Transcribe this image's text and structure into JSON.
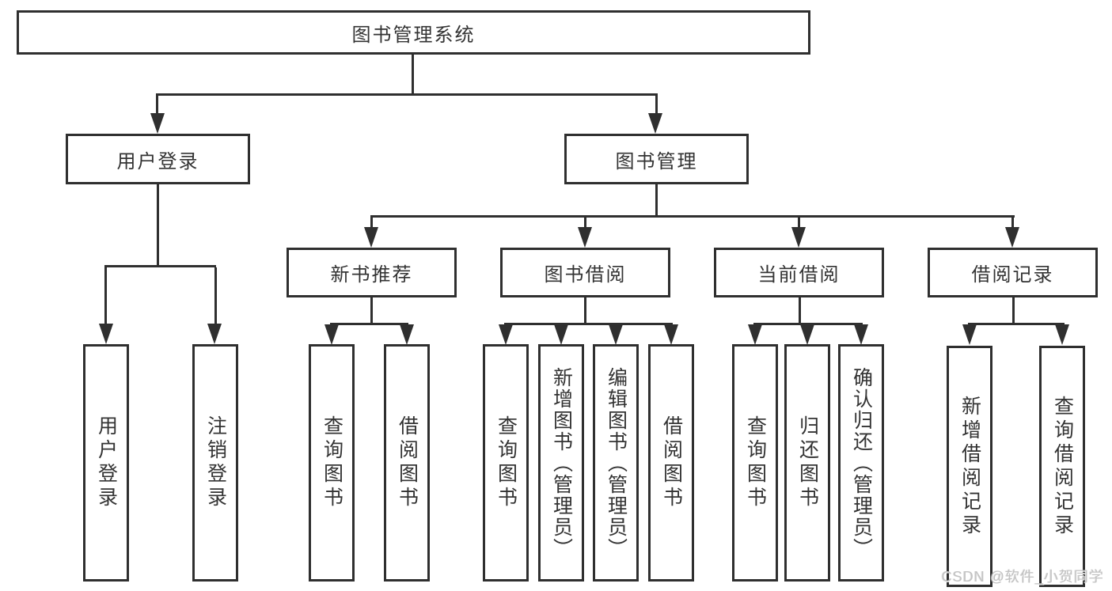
{
  "diagram": {
    "root": "图书管理系统",
    "branches": [
      {
        "label": "用户登录",
        "children": [
          "用户登录",
          "注销登录"
        ]
      },
      {
        "label": "图书管理",
        "sections": [
          {
            "label": "新书推荐",
            "children": [
              "查询图书",
              "借阅图书"
            ]
          },
          {
            "label": "图书借阅",
            "children": [
              "查询图书",
              "新增图书（管理员）",
              "编辑图书（管理员）",
              "借阅图书"
            ]
          },
          {
            "label": "当前借阅",
            "children": [
              "查询图书",
              "归还图书",
              "确认归还（管理员）"
            ]
          },
          {
            "label": "借阅记录",
            "children": [
              "新增借阅记录",
              "查询借阅记录"
            ]
          }
        ]
      }
    ]
  },
  "colors": {
    "line": "#2f2f2f",
    "text": "#333333",
    "background": "#ffffff"
  },
  "watermark": "CSDN @软件_小贺同学"
}
